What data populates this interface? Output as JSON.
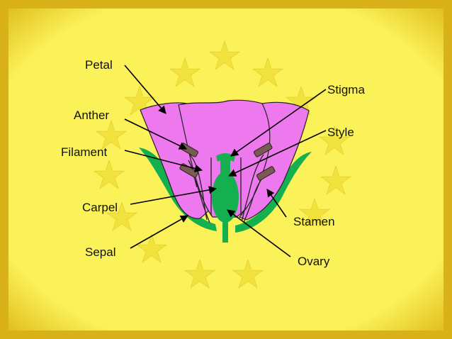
{
  "labels": {
    "petal": "Petal",
    "anther": "Anther",
    "filament": "Filament",
    "carpel": "Carpel",
    "sepal": "Sepal",
    "stigma": "Stigma",
    "style": "Style",
    "stamen": "Stamen",
    "ovary": "Ovary"
  },
  "colors": {
    "frame": "#d9b21a",
    "background": "#fbf25a",
    "stars": "#f2e23e",
    "petal": "#ee78ee",
    "sepal": "#14b050",
    "pistil": "#14b050",
    "anther": "#7a5a52"
  }
}
